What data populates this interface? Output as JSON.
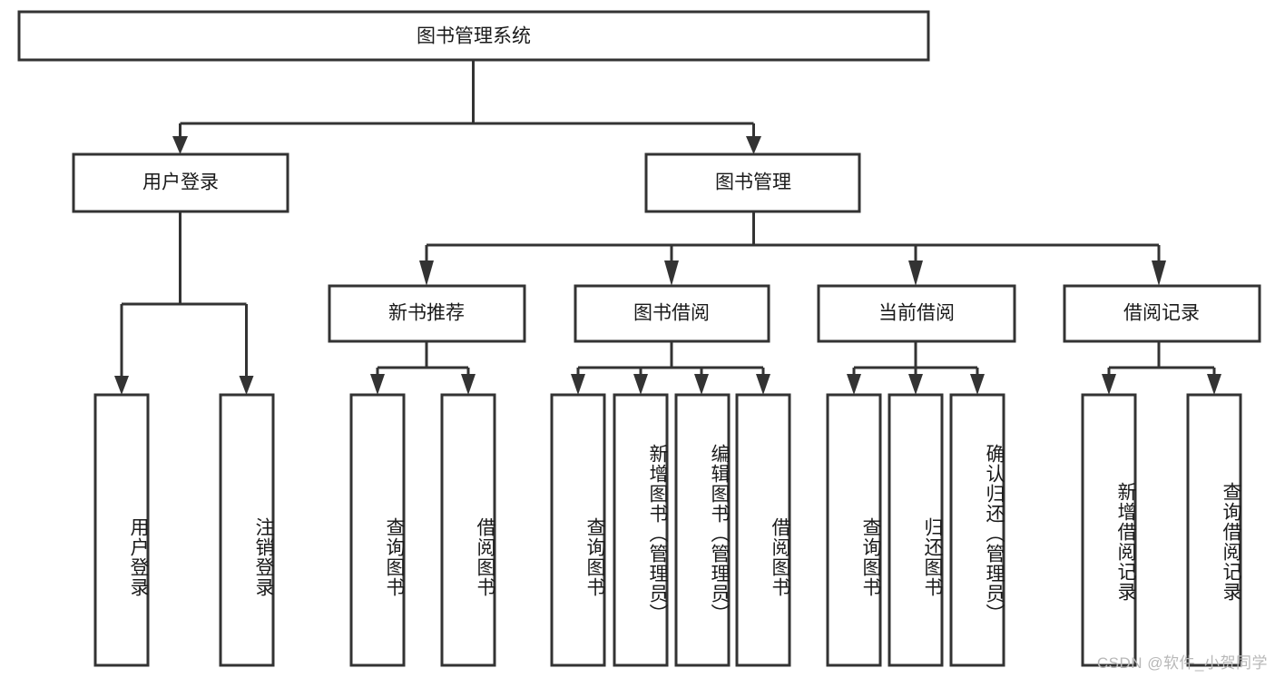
{
  "diagram": {
    "title": "图书管理系统",
    "type": "hierarchy-tree",
    "levels": 4,
    "root": {
      "label": "图书管理系统",
      "orientation": "horizontal"
    },
    "level2": [
      {
        "label": "用户登录",
        "orientation": "horizontal"
      },
      {
        "label": "图书管理",
        "orientation": "horizontal"
      }
    ],
    "level3": [
      {
        "label": "新书推荐",
        "orientation": "horizontal",
        "parent": "图书管理"
      },
      {
        "label": "图书借阅",
        "orientation": "horizontal",
        "parent": "图书管理"
      },
      {
        "label": "当前借阅",
        "orientation": "horizontal",
        "parent": "图书管理"
      },
      {
        "label": "借阅记录",
        "orientation": "horizontal",
        "parent": "图书管理"
      }
    ],
    "leaves": [
      {
        "label": "用户登录",
        "orientation": "vertical",
        "parent": "用户登录"
      },
      {
        "label": "注销登录",
        "orientation": "vertical",
        "parent": "用户登录"
      },
      {
        "label": "查询图书",
        "orientation": "vertical",
        "parent": "新书推荐"
      },
      {
        "label": "借阅图书",
        "orientation": "vertical",
        "parent": "新书推荐"
      },
      {
        "label": "查询图书",
        "orientation": "vertical",
        "parent": "图书借阅"
      },
      {
        "label": "新增图书（管理员）",
        "orientation": "vertical",
        "parent": "图书借阅"
      },
      {
        "label": "编辑图书（管理员）",
        "orientation": "vertical",
        "parent": "图书借阅"
      },
      {
        "label": "借阅图书",
        "orientation": "vertical",
        "parent": "图书借阅"
      },
      {
        "label": "查询图书",
        "orientation": "vertical",
        "parent": "当前借阅"
      },
      {
        "label": "归还图书",
        "orientation": "vertical",
        "parent": "当前借阅"
      },
      {
        "label": "确认归还（管理员）",
        "orientation": "vertical",
        "parent": "当前借阅"
      },
      {
        "label": "新增借阅记录",
        "orientation": "vertical",
        "parent": "借阅记录"
      },
      {
        "label": "查询借阅记录",
        "orientation": "vertical",
        "parent": "借阅记录"
      }
    ],
    "colors": {
      "stroke": "#333333",
      "fill": "#ffffff",
      "text": "#1a1a1a",
      "watermark": "#b8b8b8",
      "background": "#ffffff"
    }
  },
  "watermark": {
    "text": "CSDN @软件_小贺同学"
  }
}
